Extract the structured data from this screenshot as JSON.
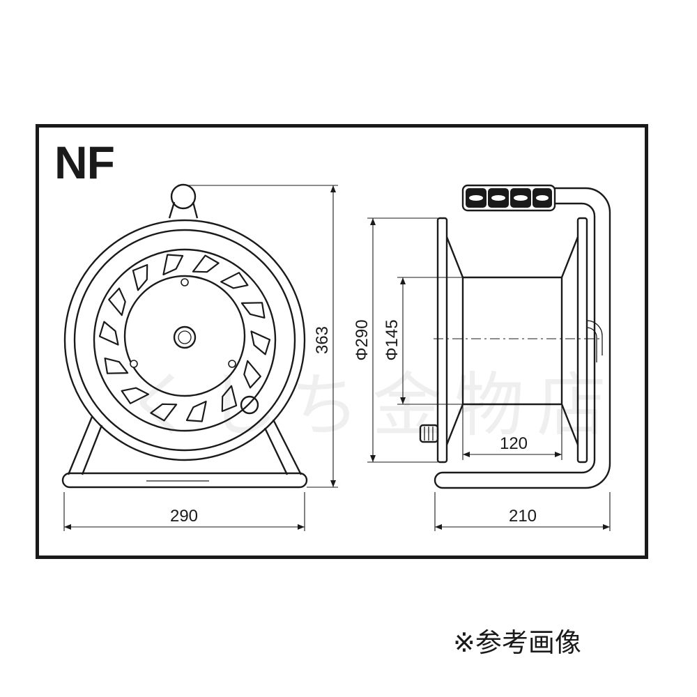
{
  "title": "NF",
  "note": "※参考画像",
  "watermark": "くしち金物店",
  "dimensions": {
    "front_width": "290",
    "front_height": "363",
    "outer_diameter": "Φ290",
    "drum_diameter": "Φ145",
    "drum_length": "120",
    "side_depth": "210"
  }
}
